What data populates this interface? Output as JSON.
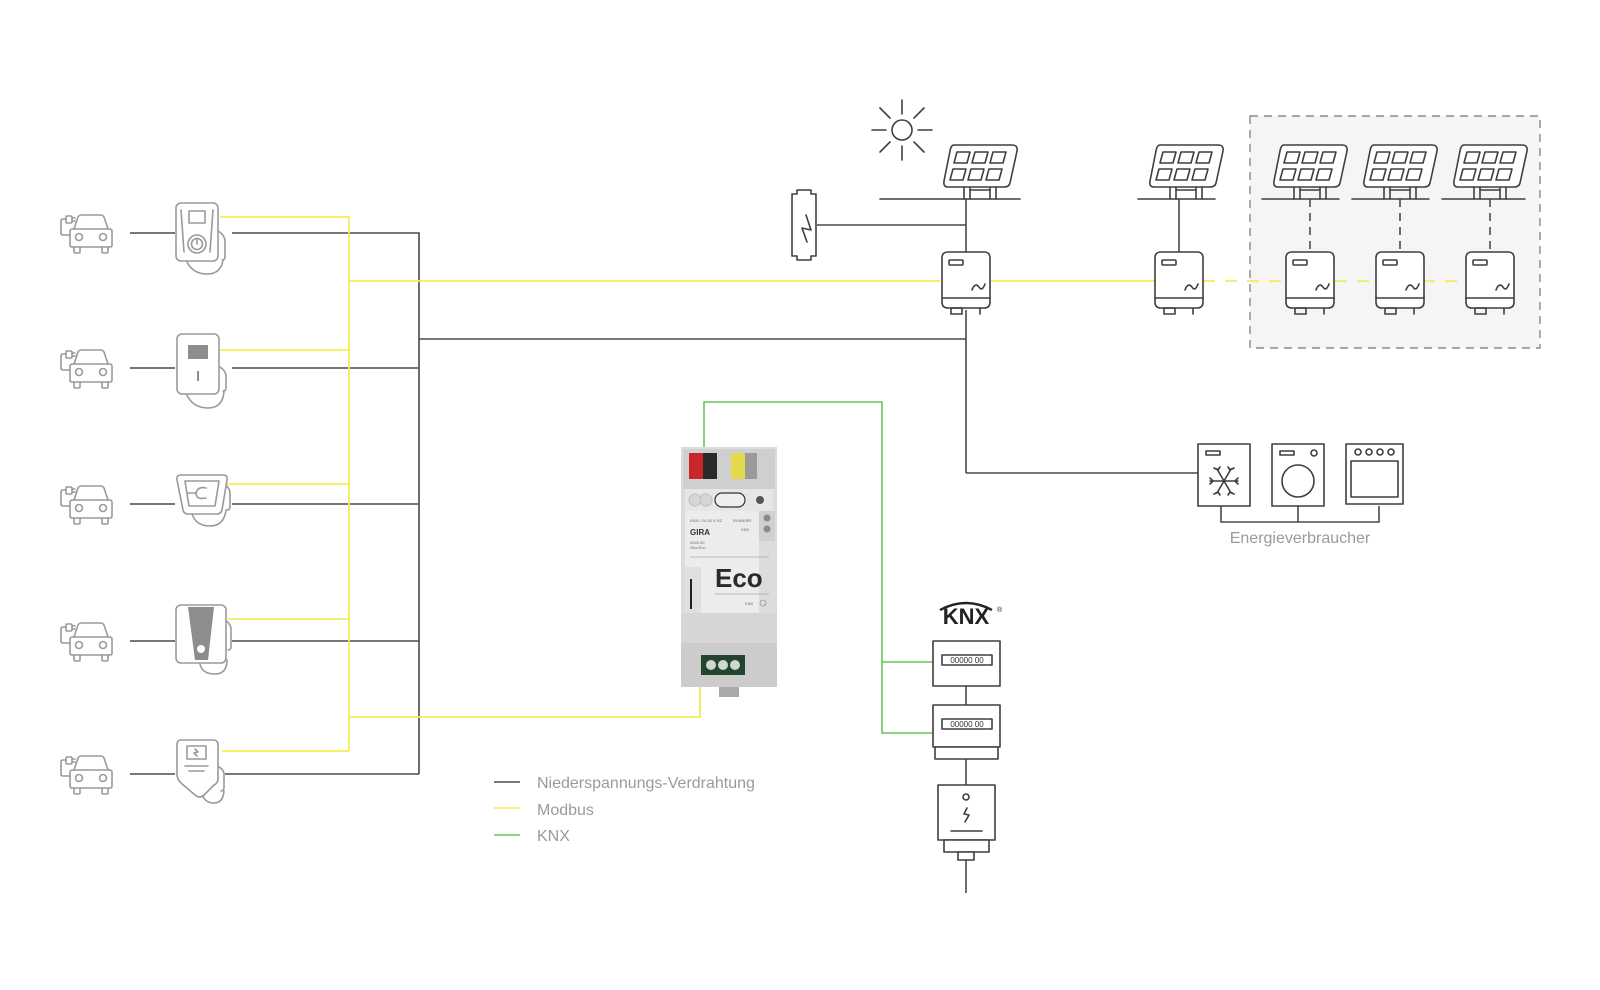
{
  "diagram": {
    "title": "Gira Eco energy management wiring diagram",
    "legend": [
      {
        "label": "Niederspannungs-Verdrahtung",
        "color": "#4a4a4a",
        "key": "low-voltage"
      },
      {
        "label": "Modbus",
        "color": "#f4ec5a",
        "key": "modbus"
      },
      {
        "label": "KNX",
        "color": "#6cc35c",
        "key": "knx"
      }
    ],
    "consumers_label": "Energieverbraucher",
    "knx_logo": "KNX",
    "knx_logo_mark": "®",
    "meters": [
      {
        "reading": "00000 00"
      },
      {
        "reading": "00000 00"
      }
    ],
    "gateway": {
      "brand": "GIRA",
      "model_number": "2045 00",
      "model_name": "Gira Eco",
      "product_label": "Eco",
      "spec_text": "KNX / 24-30 V DC",
      "status_labels": [
        "RUN/ERR",
        "KNX"
      ],
      "knx_badge": "KNX"
    },
    "charging_stations": [
      {
        "type": "wallbox-power-button"
      },
      {
        "type": "wallbox-display"
      },
      {
        "type": "wallbox-plug"
      },
      {
        "type": "wallbox-dark-panel"
      },
      {
        "type": "wallbox-lightning"
      }
    ],
    "pv_systems": [
      {
        "connection": "solid",
        "grouped": false,
        "with_sun": true,
        "with_battery": true
      },
      {
        "connection": "solid",
        "grouped": false
      },
      {
        "connection": "dashed",
        "grouped": true
      },
      {
        "connection": "dashed",
        "grouped": true
      },
      {
        "connection": "dashed",
        "grouped": true
      }
    ],
    "appliances": [
      {
        "type": "freezer"
      },
      {
        "type": "washing-machine"
      },
      {
        "type": "oven"
      }
    ],
    "colors": {
      "low_voltage": "#4a4a4a",
      "modbus": "#f4ec5a",
      "knx": "#6cc35c",
      "icon_stroke": "#3f3f3f",
      "icon_light": "#9a9a9a",
      "group_fill": "#f5f5f5"
    }
  }
}
